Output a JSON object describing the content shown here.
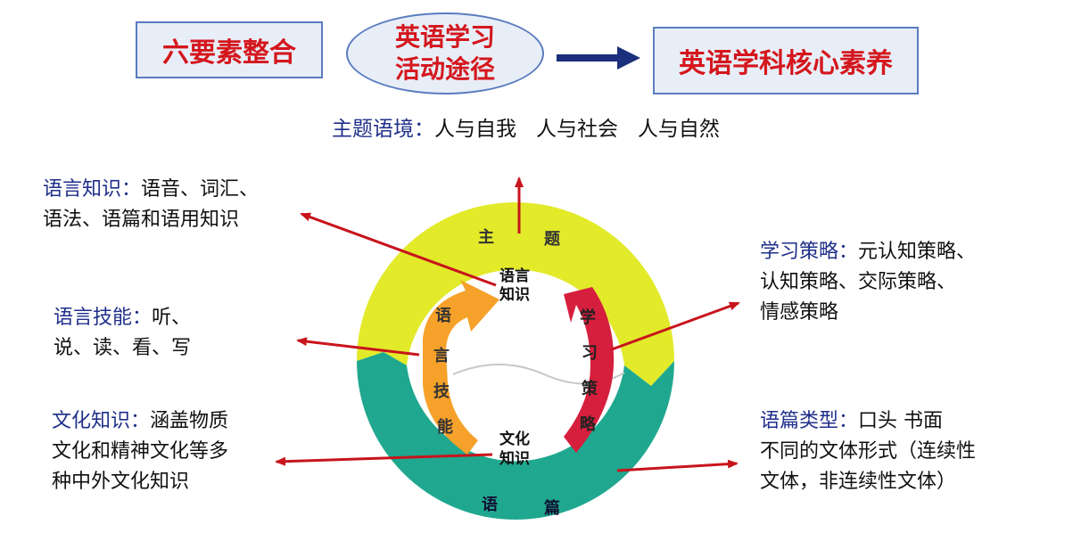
{
  "header": {
    "left_box": "六要素整合",
    "oval_line1": "英语学习",
    "oval_line2": "活动途径",
    "right_box": "英语学科核心素养"
  },
  "theme_context": {
    "label": "主题语境：",
    "items": [
      "人与自我",
      "人与社会",
      "人与自然"
    ]
  },
  "left_notes": [
    {
      "label": "语言知识：",
      "line1_rest": "语音、词汇、",
      "line2": "语法、语篇和语用知识"
    },
    {
      "label": "语言技能：",
      "line1_rest": "听、",
      "line2": "说、读、看、写"
    },
    {
      "label": "文化知识：",
      "line1_rest": "涵盖物质",
      "line2": "文化和精神文化等多",
      "line3": "种中外文化知识"
    }
  ],
  "right_notes": [
    {
      "label": "学习策略：",
      "line1_rest": "元认知策略、",
      "line2": "认知策略、交际策略、",
      "line3": "情感策略"
    },
    {
      "label": "语篇类型：",
      "line1_rest": "口头 书面",
      "line2": "不同的文体形式（连续性",
      "line3": "文体，非连续性文体）"
    }
  ],
  "diagram": {
    "outer_top": [
      "主",
      "题"
    ],
    "outer_bottom": [
      "语",
      "篇"
    ],
    "inner_top": [
      "语言",
      "知识"
    ],
    "inner_bottom": [
      "文化",
      "知识"
    ],
    "left_arrow": [
      "语",
      "言",
      "技",
      "能"
    ],
    "right_arrow": [
      "学",
      "习",
      "策",
      "略"
    ]
  },
  "colors": {
    "title_red": "#d4171d",
    "box_border": "#5a7cc0",
    "ring_yellow": "#e2ea2a",
    "ring_teal": "#1fa88f",
    "arrow_orange": "#f6a12a",
    "arrow_red": "#d61f3c",
    "pointer_red": "#c8141c",
    "header_arrow": "#1b2f7c"
  }
}
